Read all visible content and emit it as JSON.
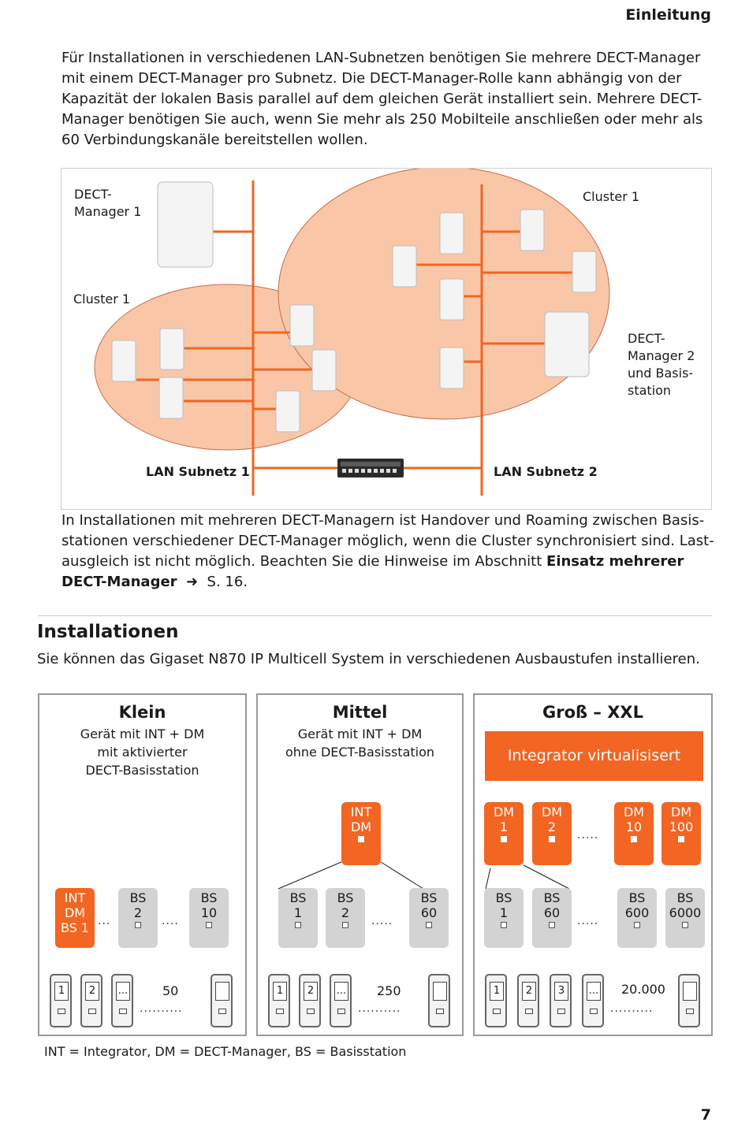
{
  "header": {
    "title": "Einleitung"
  },
  "intro_paragraph": "Für Installationen in verschiedenen LAN-Subnetzen benötigen Sie mehrere DECT-Manager mit einem DECT-Manager pro Subnetz. Die DECT-Manager-Rolle kann abhängig von der Kapazität der lokalen Basis parallel auf dem gleichen Gerät installiert sein. Mehrere DECT-Manager benötigen Sie auch, wenn Sie mehr als 250 Mobilteile anschließen oder mehr als 60 Verbindungskanäle bereitstellen wollen.",
  "network_figure": {
    "dm1_label_line1": "DECT-",
    "dm1_label_line2": "Manager 1",
    "cluster_left_label": "Cluster 1",
    "cluster_right_label": "Cluster 1",
    "dm2_label_line1": "DECT-",
    "dm2_label_line2": "Manager 2",
    "dm2_label_line3": "und Basis-",
    "dm2_label_line4": "station",
    "lan1_label": "LAN Subnetz 1",
    "lan2_label": "LAN Subnetz 2",
    "colors": {
      "line": "#f26522",
      "cluster_fill": "#f9c7a8",
      "cluster_stroke": "#c86a4a"
    }
  },
  "roaming_paragraph": {
    "text": "In Installationen mit mehreren DECT-Managern ist Handover und Roaming zwischen Basis-stationen verschiedener DECT-Manager möglich, wenn die Cluster synchronisiert sind. Last-ausgleich ist nicht möglich. Beachten Sie die Hinweise im Abschnitt ",
    "bold_ref": "Einsatz mehrerer DECT-Manager",
    "arrow": "➜",
    "page_ref": "S. 16."
  },
  "section": {
    "title": "Installationen",
    "intro": "Sie können das Gigaset N870 IP Multicell System in verschiedenen Ausbaustufen installieren."
  },
  "panels": {
    "klein": {
      "title": "Klein",
      "sub1": "Gerät mit INT + DM",
      "sub2": "mit aktivierter",
      "sub3": "DECT-Basisstation",
      "int_dev": [
        "INT",
        "DM",
        "BS 1"
      ],
      "bs": [
        [
          "BS",
          "2"
        ],
        [
          "BS",
          "10"
        ]
      ],
      "phones": [
        "1",
        "2",
        "..."
      ],
      "count": "50",
      "dots_short": "...",
      "dots_mid": "....",
      "dots_long": ".........."
    },
    "mittel": {
      "title": "Mittel",
      "sub1": "Gerät mit INT + DM",
      "sub2": "ohne DECT-Basisstation",
      "int_dev": [
        "INT",
        "DM"
      ],
      "bs": [
        [
          "BS",
          "1"
        ],
        [
          "BS",
          "2"
        ],
        [
          "BS",
          "60"
        ]
      ],
      "phones": [
        "1",
        "2",
        "..."
      ],
      "count": "250",
      "dots_mid": ".....",
      "dots_long": ".........."
    },
    "gross": {
      "title": "Groß – XXL",
      "bar": "Integrator virtualisisert",
      "dm": [
        [
          "DM",
          "1"
        ],
        [
          "DM",
          "2"
        ],
        [
          "DM",
          "10"
        ],
        [
          "DM",
          "100"
        ]
      ],
      "bs": [
        [
          "BS",
          "1"
        ],
        [
          "BS",
          "60"
        ],
        [
          "BS",
          "600"
        ],
        [
          "BS",
          "6000"
        ]
      ],
      "phones": [
        "1",
        "2",
        "3",
        "..."
      ],
      "count": "20.000",
      "dots_dm": ".....",
      "dots_bs": ".....",
      "dots_long": ".........."
    }
  },
  "legend": "INT = Integrator, DM = DECT-Manager, BS = Basisstation",
  "page_number": "7"
}
